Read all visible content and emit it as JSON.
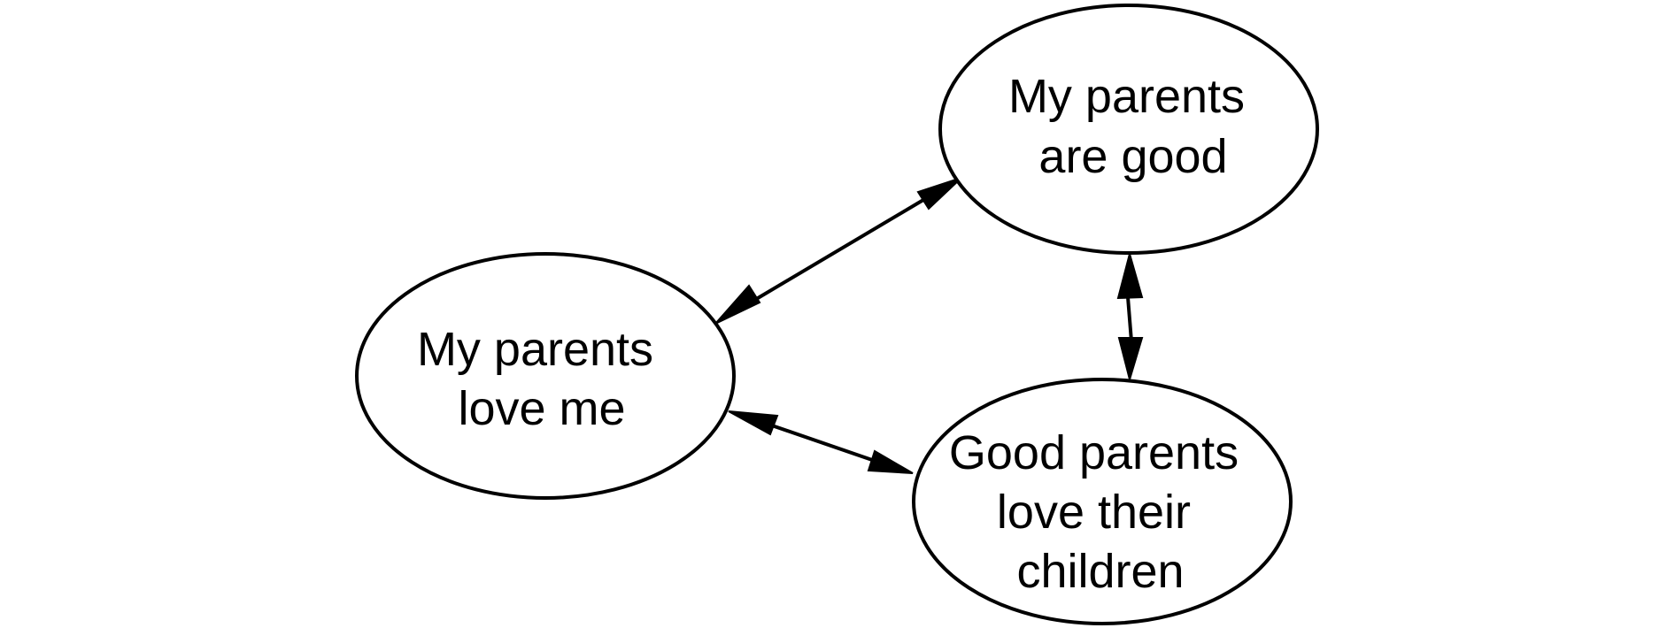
{
  "diagram": {
    "nodes": [
      {
        "id": "good",
        "lines": [
          "My parents",
          "are good"
        ]
      },
      {
        "id": "love_me",
        "lines": [
          "My parents",
          "love me"
        ]
      },
      {
        "id": "good_parents",
        "lines": [
          "Good parents",
          "love their",
          "children"
        ]
      }
    ],
    "edges": [
      {
        "from": "love_me",
        "to": "good",
        "direction": "both"
      },
      {
        "from": "good",
        "to": "good_parents",
        "direction": "both"
      },
      {
        "from": "love_me",
        "to": "good_parents",
        "direction": "both"
      }
    ],
    "colors": {
      "stroke": "#000000",
      "fill": "#ffffff",
      "background": "#ffffff"
    }
  }
}
